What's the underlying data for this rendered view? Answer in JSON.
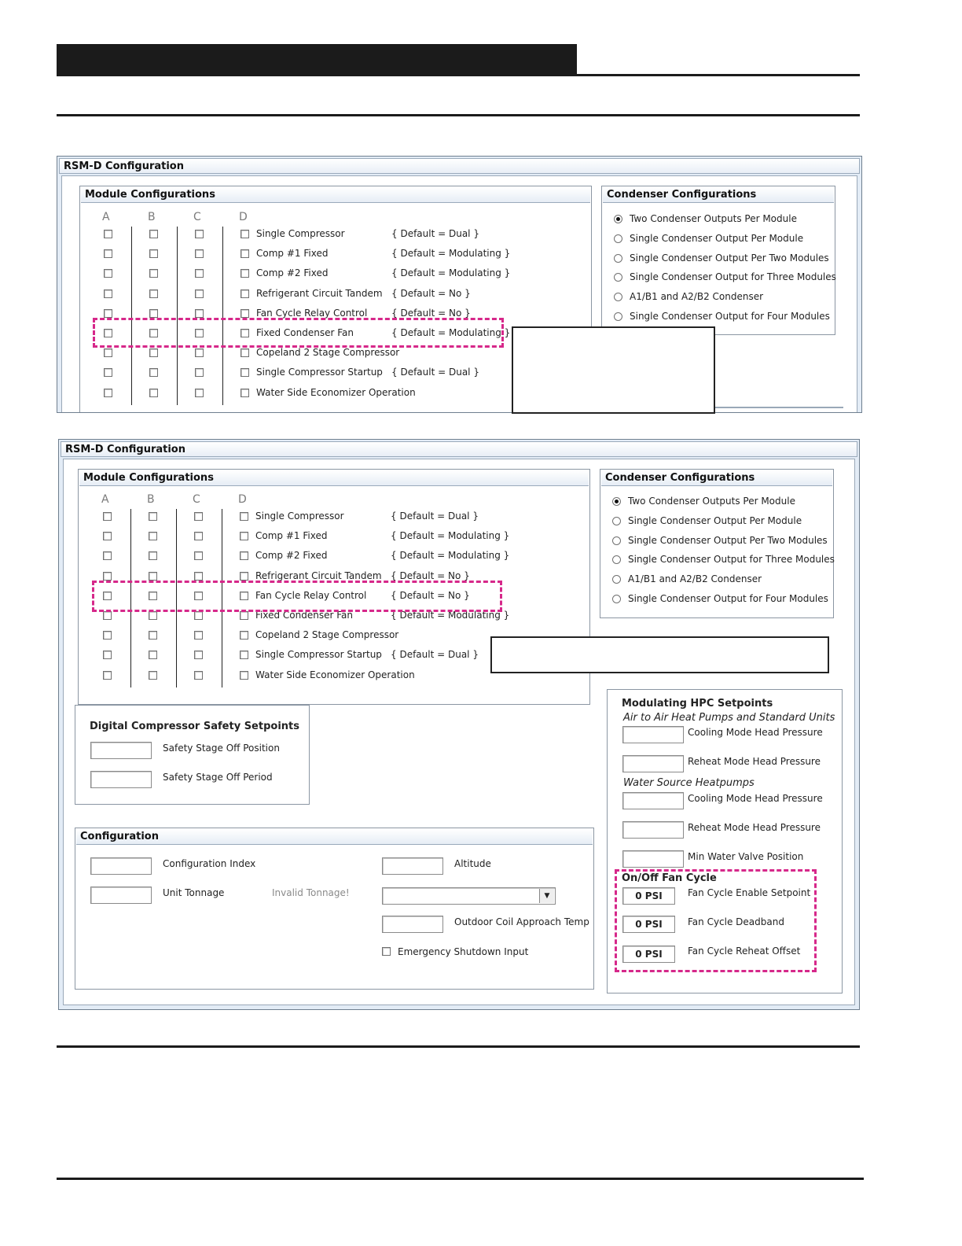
{
  "window_title": "RSM-D Configuration",
  "module": {
    "title": "Module Configurations",
    "columns": [
      "A",
      "B",
      "C",
      "D"
    ],
    "rows": [
      {
        "label": "Single Compressor",
        "default": "{ Default = Dual }"
      },
      {
        "label": "Comp #1 Fixed",
        "default": "{ Default = Modulating }"
      },
      {
        "label": "Comp #2 Fixed",
        "default": "{ Default = Modulating }"
      },
      {
        "label": "Refrigerant Circuit Tandem",
        "default": "{ Default = No }"
      },
      {
        "label": "Fan Cycle Relay Control",
        "default": "{ Default = No }"
      },
      {
        "label": "Fixed Condenser Fan",
        "default": "{ Default = Modulating }"
      },
      {
        "label": "Copeland 2 Stage Compressor",
        "default": ""
      },
      {
        "label": "Single Compressor Startup",
        "default": "{ Default = Dual }"
      },
      {
        "label": "Water Side Economizer Operation",
        "default": ""
      }
    ]
  },
  "condenser": {
    "title": "Condenser Configurations",
    "options": [
      {
        "label": "Two Condenser Outputs Per Module",
        "selected": true
      },
      {
        "label": "Single Condenser Output Per Module",
        "selected": false
      },
      {
        "label": "Single Condenser Output Per Two Modules",
        "selected": false
      },
      {
        "label": "Single Condenser Output for Three Modules",
        "selected": false
      },
      {
        "label": "A1/B1 and A2/B2 Condenser",
        "selected": false
      },
      {
        "label": "Single Condenser Output for Four Modules",
        "selected": false
      }
    ]
  },
  "digital": {
    "title": "Digital Compressor Safety Setpoints",
    "items": [
      "Safety Stage Off Position",
      "Safety Stage Off Period"
    ]
  },
  "configuration": {
    "title": "Configuration",
    "config_index_label": "Configuration Index",
    "unit_tonnage_label": "Unit Tonnage",
    "invalid_tonnage": "Invalid Tonnage!",
    "altitude_label": "Altitude",
    "outdoor_coil_label": "Outdoor Coil Approach Temp",
    "emergency_label": "Emergency Shutdown Input"
  },
  "hpc": {
    "title": "Modulating HPC Setpoints",
    "air_heading": "Air to Air Heat Pumps and Standard Units",
    "air_cooling": "Cooling Mode Head Pressure",
    "air_reheat": "Reheat Mode Head Pressure",
    "water_heading": "Water Source Heatpumps",
    "water_cooling": "Cooling Mode Head Pressure",
    "water_reheat": "Reheat Mode Head Pressure",
    "min_valve": "Min Water Valve Position",
    "fan_cycle_title": "On/Off Fan Cycle",
    "fan_items": [
      {
        "value": "0 PSI",
        "label": "Fan Cycle Enable Setpoint"
      },
      {
        "value": "0 PSI",
        "label": "Fan Cycle Deadband"
      },
      {
        "value": "0 PSI",
        "label": "Fan Cycle Reheat Offset"
      }
    ]
  },
  "highlight_color": "#d6288a"
}
